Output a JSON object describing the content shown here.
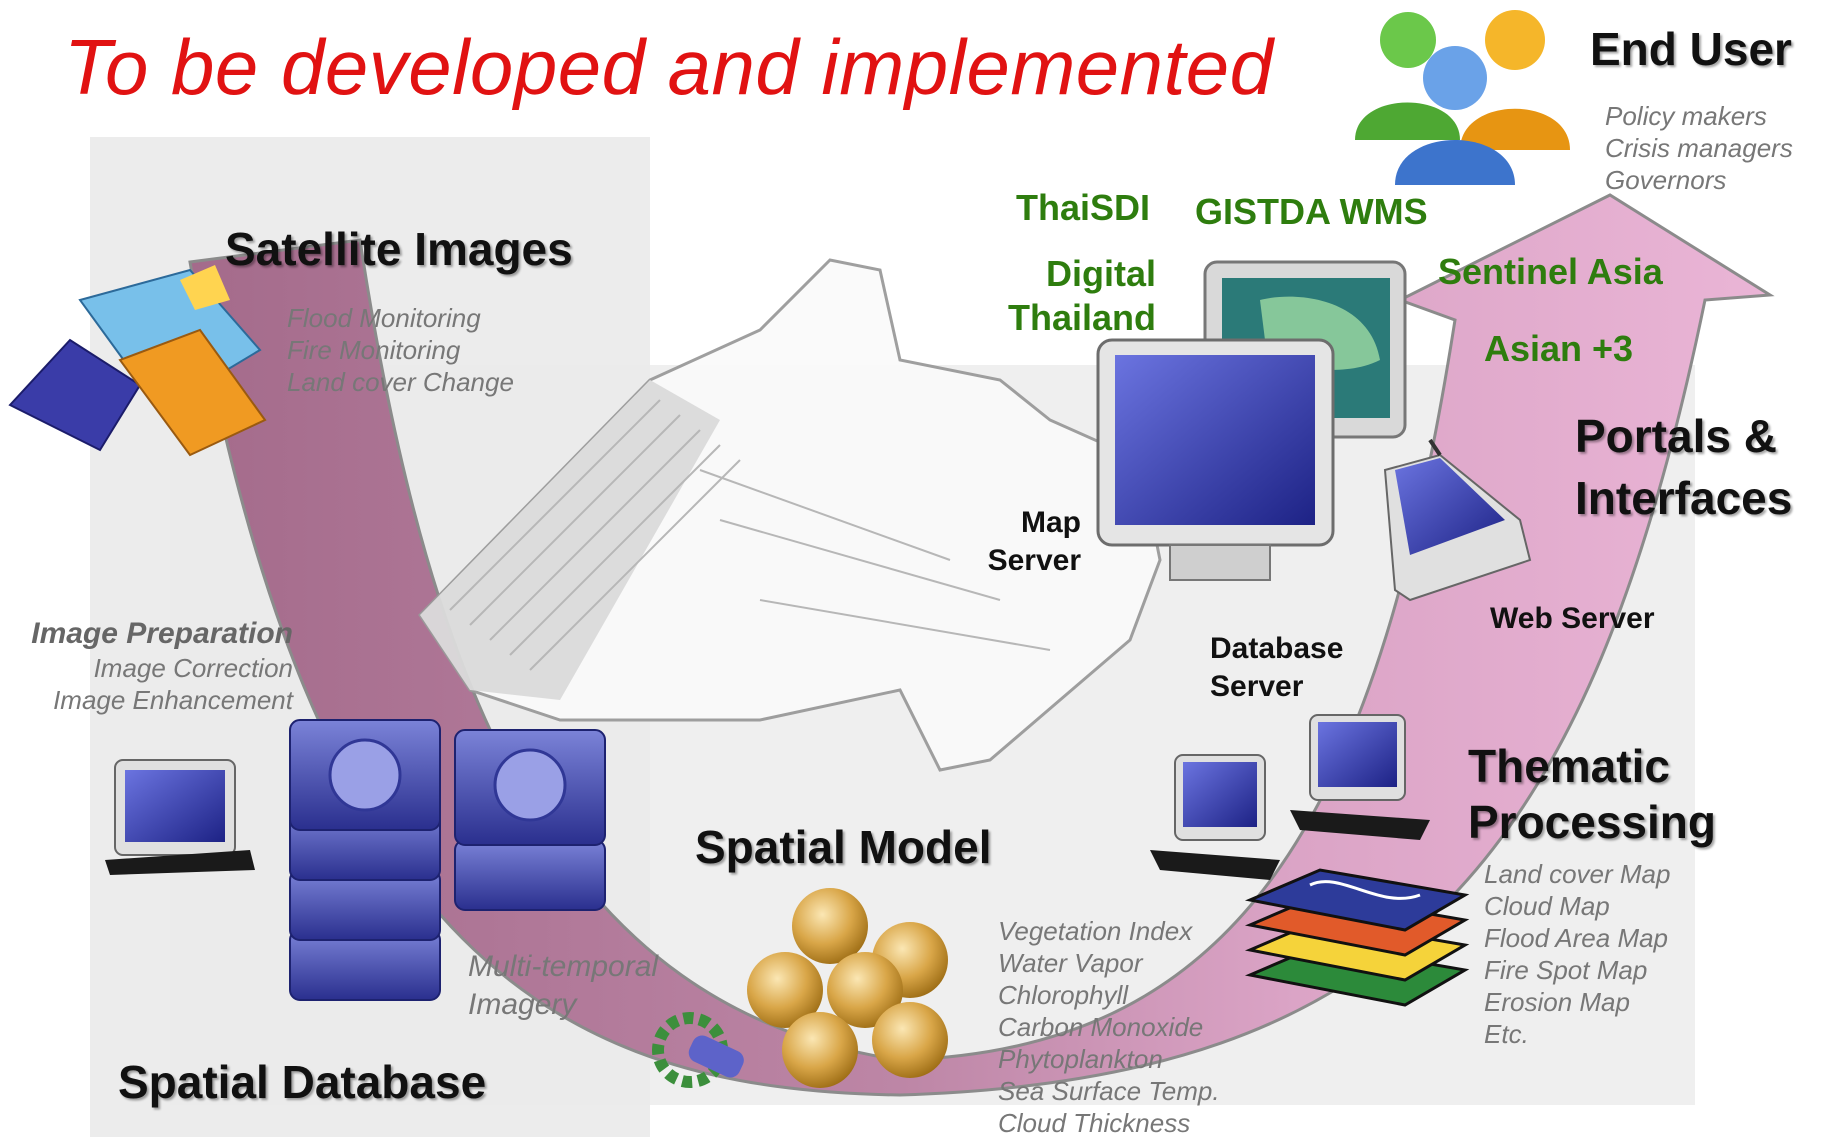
{
  "title": "To be developed and implemented",
  "end_user": {
    "heading": "End User",
    "items": [
      "Policy makers",
      "Crisis managers",
      "Governors"
    ]
  },
  "satellite": {
    "heading": "Satellite Images",
    "items": [
      "Flood Monitoring",
      "Fire Monitoring",
      "Land cover Change"
    ]
  },
  "image_prep": {
    "heading": "Image Preparation",
    "items": [
      "Image Correction",
      "Image Enhancement"
    ]
  },
  "spatial_database": {
    "heading": "Spatial Database",
    "multi_temporal": [
      "Multi-temporal",
      "Imagery"
    ]
  },
  "spatial_model": {
    "heading": "Spatial Model",
    "items": [
      "Vegetation Index",
      "Water Vapor",
      "Chlorophyll",
      "Carbon Monoxide",
      "Phytoplankton",
      "Sea Surface Temp.",
      "Cloud Thickness"
    ]
  },
  "thematic": {
    "heading_line1": "Thematic",
    "heading_line2": "Processing",
    "items": [
      "Land cover Map",
      "Cloud Map",
      "Flood Area Map",
      "Fire Spot Map",
      "Erosion Map",
      "Etc."
    ]
  },
  "portals": {
    "heading_line1": "Portals &",
    "heading_line2": "Interfaces"
  },
  "services": {
    "thaisdi": "ThaiSDI",
    "gistda_wms": "GISTDA WMS",
    "digital_line1": "Digital",
    "digital_line2": "Thailand",
    "sentinel_asia": "Sentinel Asia",
    "asian3": "Asian +3"
  },
  "servers": {
    "map_line1": "Map",
    "map_line2": "Server",
    "database_line1": "Database",
    "database_line2": "Server",
    "web": "Web Server"
  },
  "colors": {
    "title": "#e11212",
    "green_label": "#2e7d0e",
    "arrow_left": "#a56e8d",
    "arrow_right": "#e8b3d4",
    "monitor_blue": "#2a2f9a",
    "sphere_gold": "#d6a23a"
  }
}
